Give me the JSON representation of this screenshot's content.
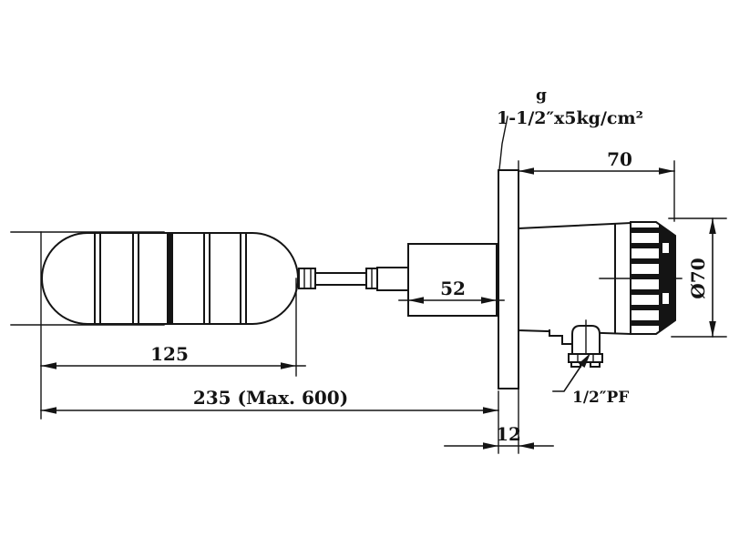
{
  "page": {
    "background": "#ffffff",
    "ink_color": "#141414"
  },
  "labels": {
    "flange_note": "g",
    "flange_spec": "1-1/2″x5kg/cm²",
    "conduit_port": "1/2″PF"
  },
  "dimensions": {
    "head_length": "70",
    "head_diameter": "Ø70",
    "chamber_length": "52",
    "float_length": "125",
    "overall_length": "235 (Max. 600)",
    "flange_thickness": "12"
  }
}
